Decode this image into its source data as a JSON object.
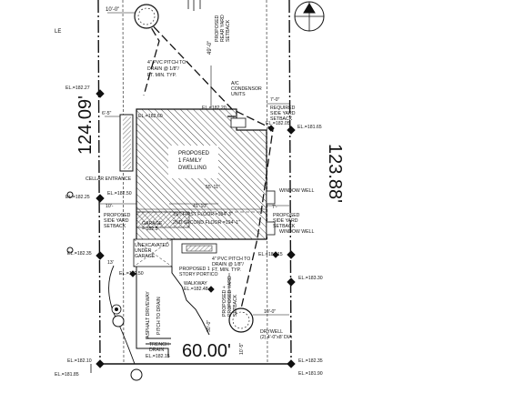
{
  "labels": {
    "corner_le": "LE",
    "dim_10_0_top": "10'-0\"",
    "rear_dim": "49'-0\"",
    "rear_setback": [
      "PROPOSED",
      "REAR YARD",
      "SETBACK"
    ],
    "pvc_pitch_top": [
      "4\" PVC PITCH TO",
      "DRAIN @ 1/8\"/",
      "FT. MIN. TYP."
    ],
    "ac_units": [
      "A/C",
      "CONDENSOR",
      "UNITS"
    ],
    "side_7_0_right": "7'-0\"",
    "req_side_setback_right": [
      "REQUIRED",
      "SIDE YARD",
      "SETBACK"
    ],
    "el_18227": "EL.=182.27",
    "el_18260": "EL.=182.60",
    "el_18220": "EL.=182.20",
    "el_18205": "EL.=182.05",
    "el_18165": "EL.=181.65",
    "dim_6_5": "6'-5\"",
    "left_length": "124.09'",
    "right_length": "123.88'",
    "house_title": [
      "PROPOSED",
      "1 FAMILY",
      "DWELLING"
    ],
    "cellar_entrance": "CELLAR ENTRANCE",
    "el_18225": "EL.=182.25",
    "el_18250": "EL.=182.50",
    "dim_10_left": "10'-",
    "dim_41_10": "41'-10\"",
    "dim_55_11": "55'-11\"",
    "window_well_1": "WINDOW WELL",
    "side_7_right_2": "7'-",
    "prop_side_setback_left": [
      "PROPOSED",
      "SIDE YARD",
      "SETBACK"
    ],
    "prop_side_setback_right": [
      "PROPOSED",
      "SIDE YARD",
      "SETBACK"
    ],
    "garage": [
      "GARAGE",
      "= 182.5"
    ],
    "first_floor": "1ST FIRST FLOOR =184'-3\"",
    "second_floor": "2ND SECOND FLOOR =194'-1\"",
    "window_well_2": "WINDOW WELL",
    "el_18235": "EL.=182.35",
    "unexcavated": [
      "UNEXCAVATED",
      "UNDER",
      "GARAGE"
    ],
    "el_18415": "EL.=184.15",
    "dim_13": "13'",
    "el_18250b": "EL.=182.50",
    "pvc_pitch_bottom": [
      "4\" PVC PITCH TO",
      "DRAIN @ 1/8\"/",
      "FT. MIN. TYP."
    ],
    "portico": [
      "PROPOSED 1",
      "STORY PORTICO"
    ],
    "el_18330": "EL.=183.30",
    "walkway": [
      "WALKWAY",
      "EL.=182.48"
    ],
    "asphalt_driveway": "ASPHALT DRIVEWAY",
    "pitch_to_drain": "PITCH TO DRAIN",
    "front_setback": [
      "PROPOSED +",
      "PROPOSED YARD",
      "SETBACK"
    ],
    "dim_30_0": "30'-0\"",
    "dim_10_0_bottom": "10'-0\"",
    "drywell": [
      "DRYWELL",
      "(2) 4'-0\"x8' DIA"
    ],
    "dim_10_5": "10'-5\"",
    "trench_drain": [
      "TRENCH",
      "DRAIN"
    ],
    "el_18215": "EL.=182.15",
    "el_18210": "EL.=182.10",
    "front_length": "60.00'",
    "el_18235b": "EL.=182.35",
    "el_18185": "EL.=181.85",
    "el_18190": "EL.=181.90"
  },
  "colors": {
    "ink": "#111111",
    "hatch": "#333333",
    "paper": "#ffffff"
  },
  "icons": [
    "north-arrow-icon",
    "drywell-icon",
    "elevation-marker-icon",
    "tree-icon"
  ]
}
